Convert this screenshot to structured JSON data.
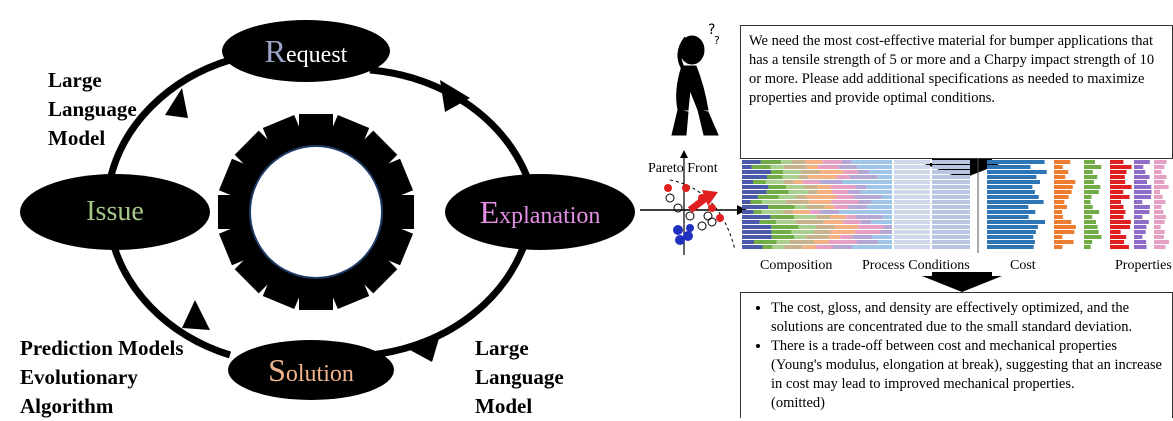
{
  "cycle": {
    "request": {
      "initial": "R",
      "rest": "equest",
      "color": "#9aa6c8"
    },
    "explanation": {
      "initial": "E",
      "rest": "xplanation",
      "color": "#e58ee6"
    },
    "solution": {
      "initial": "S",
      "rest": "olution",
      "color": "#f0b48a"
    },
    "issue": {
      "initial": "I",
      "rest": "ssue",
      "color": "#a5c88a"
    }
  },
  "labels": {
    "llm_top": [
      "Large",
      "Language",
      "Model"
    ],
    "llm_bottom": [
      "Large",
      "Language",
      "Model"
    ],
    "prediction": [
      "Prediction Models",
      "Evolutionary",
      "Algorithm"
    ]
  },
  "request_text": "We need the most cost-effective material for bumper applications that has a tensile strength of 5 or more and a Charpy impact strength of 10 or more. Please add additional specifications as needed to maximize properties and provide optimal conditions.",
  "pareto_label": "Pareto Front",
  "chart_labels": {
    "composition": "Composition",
    "process": "Process Conditions",
    "cost": "Cost",
    "properties": "Properties"
  },
  "explanation_bullets": [
    "The cost, gloss, and density are effectively optimized, and the solutions are concentrated due to the small standard deviation.",
    "There is a trade-off between cost and mechanical properties (Young's modulus, elongation at break), suggesting that an increase in cost may lead to improved mechanical properties."
  ],
  "omitted": "(omitted)"
}
